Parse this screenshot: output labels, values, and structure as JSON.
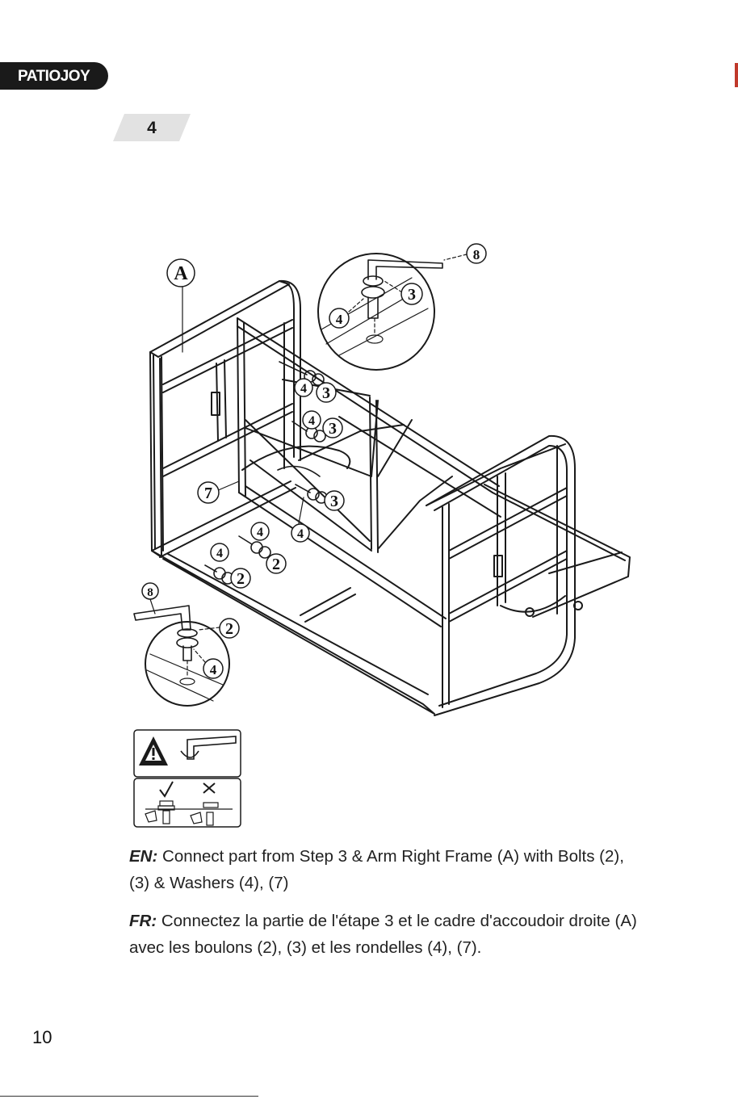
{
  "brand": {
    "name": "PATIOJOY"
  },
  "step": {
    "number": "4"
  },
  "diagram": {
    "callouts": {
      "frame": "A",
      "wrench_top": "8",
      "wrench_bottom": "8",
      "bolt_top": "3",
      "washer_top": "4",
      "bolt_bottom": "2",
      "washer_bottom": "4",
      "washer_r1": "4",
      "bolt_r1": "3",
      "washer_r2": "4",
      "bolt_r2": "3",
      "part_7": "7",
      "washer_r3": "4",
      "bolt_r3": "3",
      "washer_l1": "4",
      "bolt_l1": "2",
      "washer_l2": "4",
      "bolt_l2": "2"
    }
  },
  "instructions": {
    "en_label": "EN:",
    "en_text": " Connect part from Step 3 & Arm Right Frame (A) with Bolts (2), (3) & Washers (4), (7)",
    "fr_label": "FR:",
    "fr_text": " Connectez la partie de l'étape 3 et le cadre d'accoudoir droite (A) avec les boulons (2), (3) et les rondelles (4), (7)."
  },
  "page_number": "10"
}
